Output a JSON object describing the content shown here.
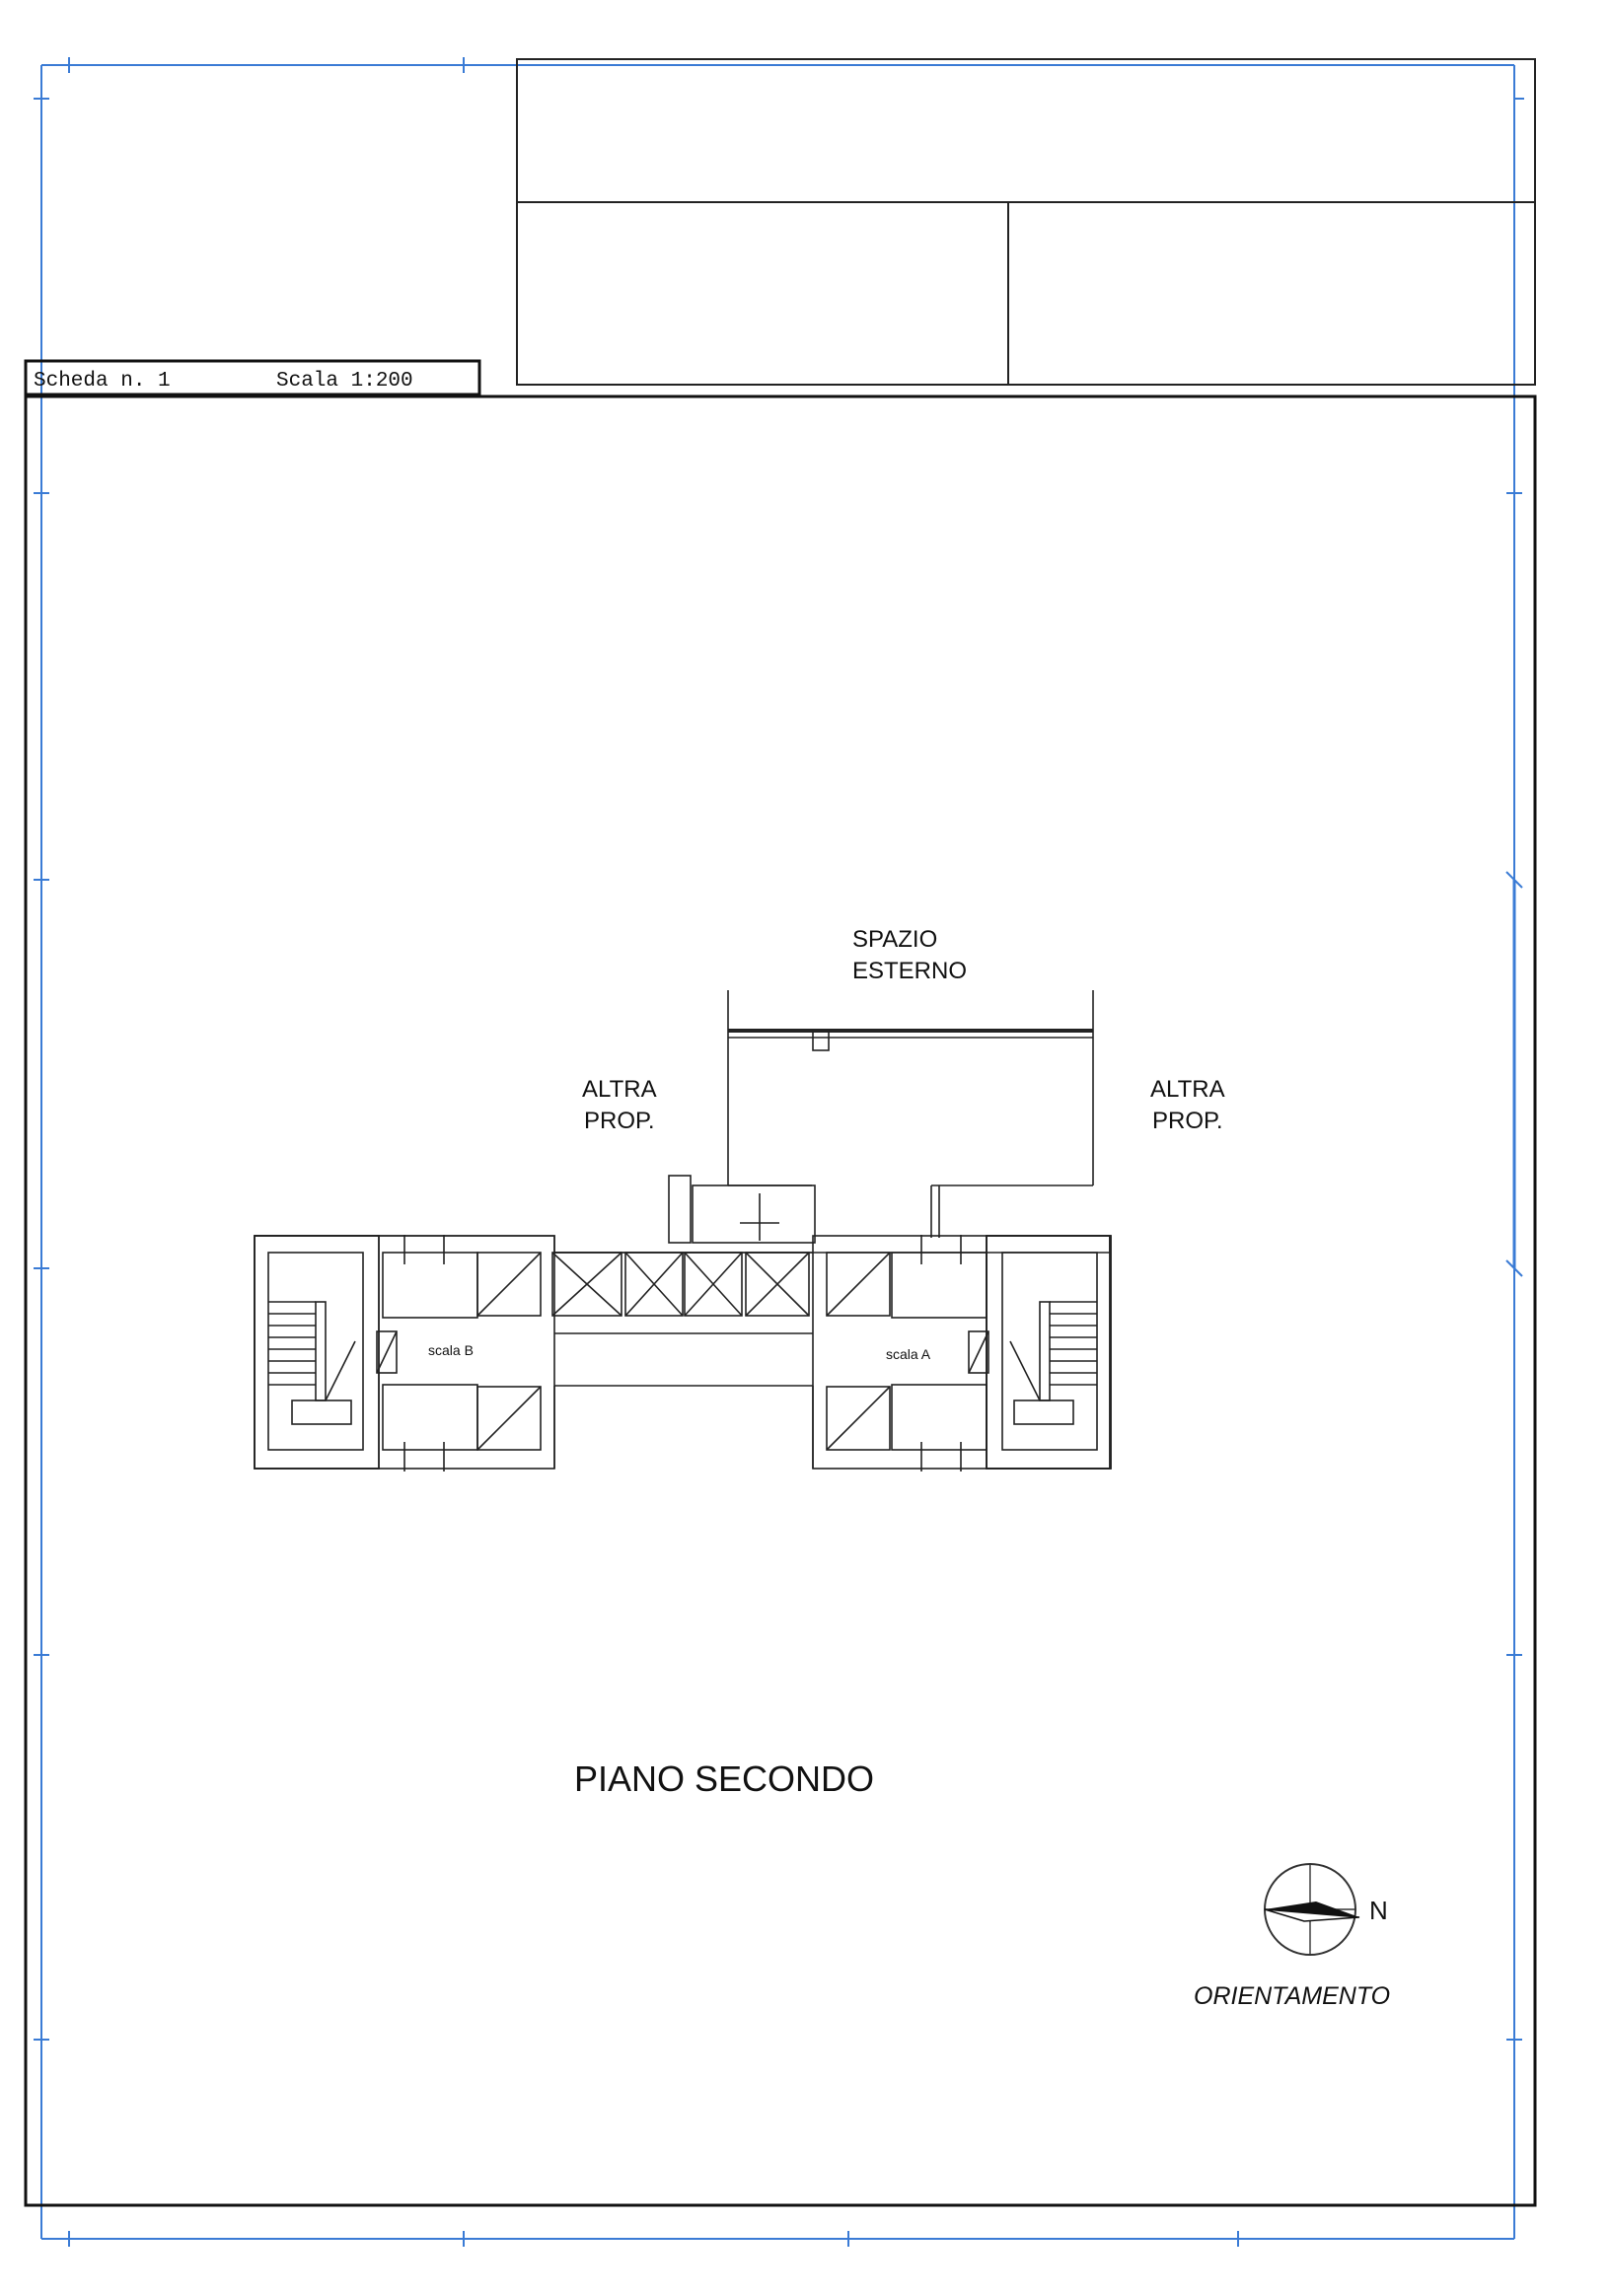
{
  "sheet": {
    "card_number": "Scheda n. 1",
    "scale": "Scala 1:200"
  },
  "plan": {
    "outdoor_space": [
      "SPAZIO",
      "ESTERNO"
    ],
    "neighbor_left": [
      "ALTRA",
      "PROP."
    ],
    "neighbor_right": [
      "ALTRA",
      "PROP."
    ],
    "stair_b": "scala B",
    "stair_a": "scala A",
    "floor_title": "PIANO SECONDO"
  },
  "compass": {
    "north": "N",
    "caption": "ORIENTAMENTO"
  },
  "colors": {
    "frame_blue": "#3a7bd5",
    "ink": "#222222"
  }
}
